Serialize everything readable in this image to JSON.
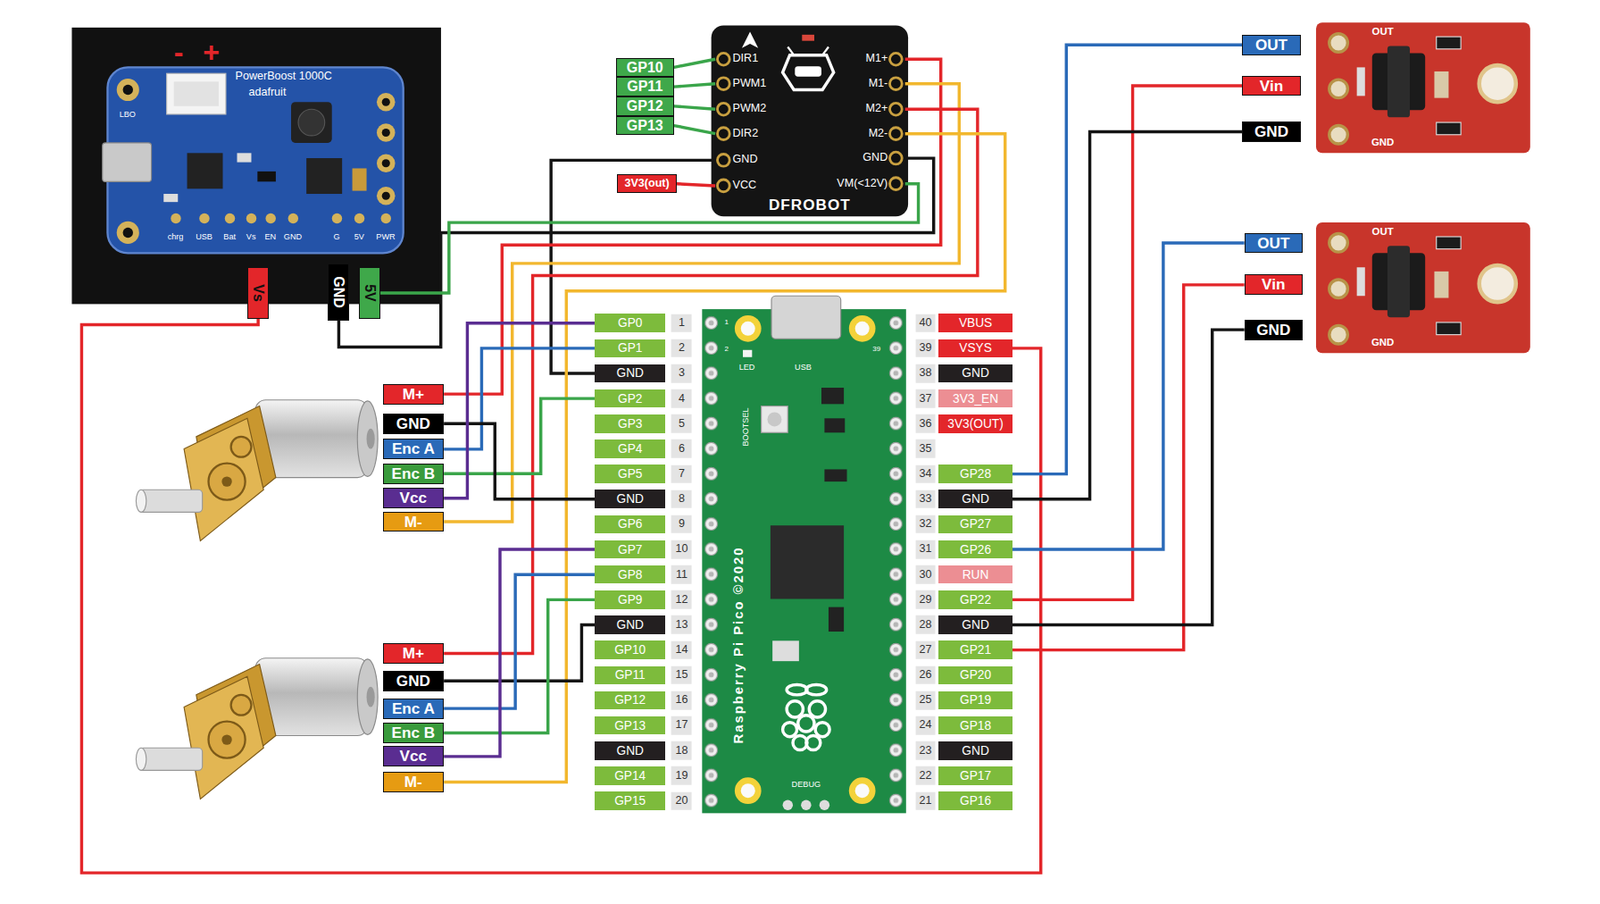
{
  "diagram": {
    "nodes": [
      {
        "text": [
          "GP10"
        ]
      },
      {
        "text": [
          "GP11"
        ]
      },
      {
        "text": [
          "GP12"
        ]
      },
      {
        "text": [
          "GP13"
        ]
      },
      {
        "text": [
          "3V3(out)"
        ]
      },
      {
        "text": [
          "DFROBOT"
        ]
      },
      {
        "text": [
          "DIR1"
        ],
        "in": 5
      },
      {
        "text": [
          "PWM1"
        ],
        "in": 5
      },
      {
        "text": [
          "PWM2"
        ],
        "in": 5
      },
      {
        "text": [
          "DIR2"
        ],
        "in": 5
      },
      {
        "text": [
          "GND"
        ],
        "in": 5
      },
      {
        "text": [
          "VCC"
        ],
        "in": 5
      },
      {
        "text": [
          "M1+"
        ],
        "in": 5
      },
      {
        "text": [
          "M1-"
        ],
        "in": 5
      },
      {
        "text": [
          "M2+"
        ],
        "in": 5
      },
      {
        "text": [
          "M2-"
        ],
        "in": 5
      },
      {
        "text": [
          "GND"
        ],
        "in": 5
      },
      {
        "text": [
          "VM(<12V)"
        ],
        "in": 5
      },
      {
        "text": [
          "OUT"
        ]
      },
      {
        "text": [
          "Vin"
        ]
      },
      {
        "text": [
          "GND"
        ]
      },
      {
        "text": [
          "OUT"
        ]
      },
      {
        "text": [
          "Vin"
        ]
      },
      {
        "text": [
          "GND"
        ]
      },
      {
        "text": [
          "Vs"
        ]
      },
      {
        "text": [
          "GND"
        ]
      },
      {
        "text": [
          "5V"
        ]
      },
      {
        "text": [
          "GP0"
        ]
      },
      {
        "text": [
          "GP1"
        ]
      },
      {
        "text": [
          "GND"
        ]
      },
      {
        "text": [
          "GP2"
        ]
      },
      {
        "text": [
          "GP3"
        ]
      },
      {
        "text": [
          "GP4"
        ]
      },
      {
        "text": [
          "GP5"
        ]
      },
      {
        "text": [
          "GND"
        ]
      },
      {
        "text": [
          "GP6"
        ]
      },
      {
        "text": [
          "GP7"
        ]
      },
      {
        "text": [
          "GP8"
        ]
      },
      {
        "text": [
          "GP9"
        ]
      },
      {
        "text": [
          "GND"
        ]
      },
      {
        "text": [
          "GP10"
        ]
      },
      {
        "text": [
          "GP11"
        ]
      },
      {
        "text": [
          "GP12"
        ]
      },
      {
        "text": [
          "GP13"
        ]
      },
      {
        "text": [
          "GND"
        ]
      },
      {
        "text": [
          "GP14"
        ]
      },
      {
        "text": [
          "GP15"
        ]
      },
      {
        "text": [
          "VBUS"
        ]
      },
      {
        "text": [
          "VSYS"
        ]
      },
      {
        "text": [
          "GND"
        ]
      },
      {
        "text": [
          "3V3_EN"
        ]
      },
      {
        "text": [
          "3V3(OUT)"
        ]
      },
      {
        "text": [
          "GP28"
        ]
      },
      {
        "text": [
          "GND"
        ]
      },
      {
        "text": [
          "GP27"
        ]
      },
      {
        "text": [
          "GP26"
        ]
      },
      {
        "text": [
          "RUN"
        ]
      },
      {
        "text": [
          "GP22"
        ]
      },
      {
        "text": [
          "GND"
        ]
      },
      {
        "text": [
          "GP21"
        ]
      },
      {
        "text": [
          "GP20"
        ]
      },
      {
        "text": [
          "GP19"
        ]
      },
      {
        "text": [
          "GP18"
        ]
      },
      {
        "text": [
          "GND"
        ]
      },
      {
        "text": [
          "GP17"
        ]
      },
      {
        "text": [
          "GP16"
        ]
      },
      {
        "text": [
          "M+"
        ]
      },
      {
        "text": [
          "GND"
        ]
      },
      {
        "text": [
          "Enc A"
        ]
      },
      {
        "text": [
          "Enc B"
        ]
      },
      {
        "text": [
          "Vcc"
        ]
      },
      {
        "text": [
          "M-"
        ]
      },
      {
        "text": [
          "M+"
        ]
      },
      {
        "text": [
          "GND"
        ]
      },
      {
        "text": [
          "Enc A"
        ]
      },
      {
        "text": [
          "Enc B"
        ]
      },
      {
        "text": [
          "Vcc"
        ]
      },
      {
        "text": [
          "M-"
        ]
      }
    ],
    "edges": [
      {
        "from": 0,
        "to": 6,
        "arrow": "none"
      },
      {
        "from": 1,
        "to": 7,
        "arrow": "none"
      },
      {
        "from": 2,
        "to": 8,
        "arrow": "none"
      },
      {
        "from": 3,
        "to": 9,
        "arrow": "none"
      },
      {
        "from": 4,
        "to": 11,
        "arrow": "none"
      },
      {
        "from": 10,
        "to": 29,
        "arrow": "none"
      },
      {
        "from": 12,
        "to": 66,
        "arrow": "none"
      },
      {
        "from": 13,
        "to": 71,
        "arrow": "none"
      },
      {
        "from": 14,
        "to": 72,
        "arrow": "none"
      },
      {
        "from": 15,
        "to": 77,
        "arrow": "none"
      },
      {
        "from": 16,
        "to": 25,
        "arrow": "none"
      },
      {
        "from": 17,
        "to": 26,
        "arrow": "none"
      },
      {
        "from": 24,
        "to": 48,
        "arrow": "none"
      },
      {
        "from": 68,
        "to": 28,
        "arrow": "none"
      },
      {
        "from": 69,
        "to": 30,
        "arrow": "none"
      },
      {
        "from": 67,
        "to": 34,
        "arrow": "none"
      },
      {
        "from": 70,
        "to": 27,
        "arrow": "none"
      },
      {
        "from": 73,
        "to": 39,
        "arrow": "none"
      },
      {
        "from": 74,
        "to": 37,
        "arrow": "none"
      },
      {
        "from": 75,
        "to": 38,
        "arrow": "none"
      },
      {
        "from": 76,
        "to": 36,
        "arrow": "none"
      },
      {
        "from": 18,
        "to": 52,
        "arrow": "none"
      },
      {
        "from": 19,
        "to": 57,
        "arrow": "none"
      },
      {
        "from": 20,
        "to": 53,
        "arrow": "none"
      },
      {
        "from": 21,
        "to": 55,
        "arrow": "none"
      },
      {
        "from": 22,
        "to": 59,
        "arrow": "none"
      },
      {
        "from": 23,
        "to": 58,
        "arrow": "none"
      }
    ],
    "labels": [
      "-",
      "+",
      "PowerBoost 1000C",
      "adafruit",
      "LBO",
      "chrg",
      "USB",
      "Bat",
      "Vs",
      "EN",
      "GND",
      "G",
      "5V",
      "PWR",
      "OUT",
      "GND",
      "OUT",
      "GND",
      "LED",
      "USB",
      "BOOTSEL",
      "DEBUG",
      "Raspberry Pi Pico ©2020",
      "1",
      "2",
      "39",
      "1",
      "2",
      "3",
      "4",
      "5",
      "6",
      "7",
      "8",
      "9",
      "10",
      "11",
      "12",
      "13",
      "14",
      "15",
      "16",
      "17",
      "18",
      "19",
      "20",
      "40",
      "39",
      "38",
      "37",
      "36",
      "35",
      "34",
      "33",
      "32",
      "31",
      "30",
      "29",
      "28",
      "27",
      "26",
      "25",
      "24",
      "23",
      "22",
      "21"
    ]
  }
}
